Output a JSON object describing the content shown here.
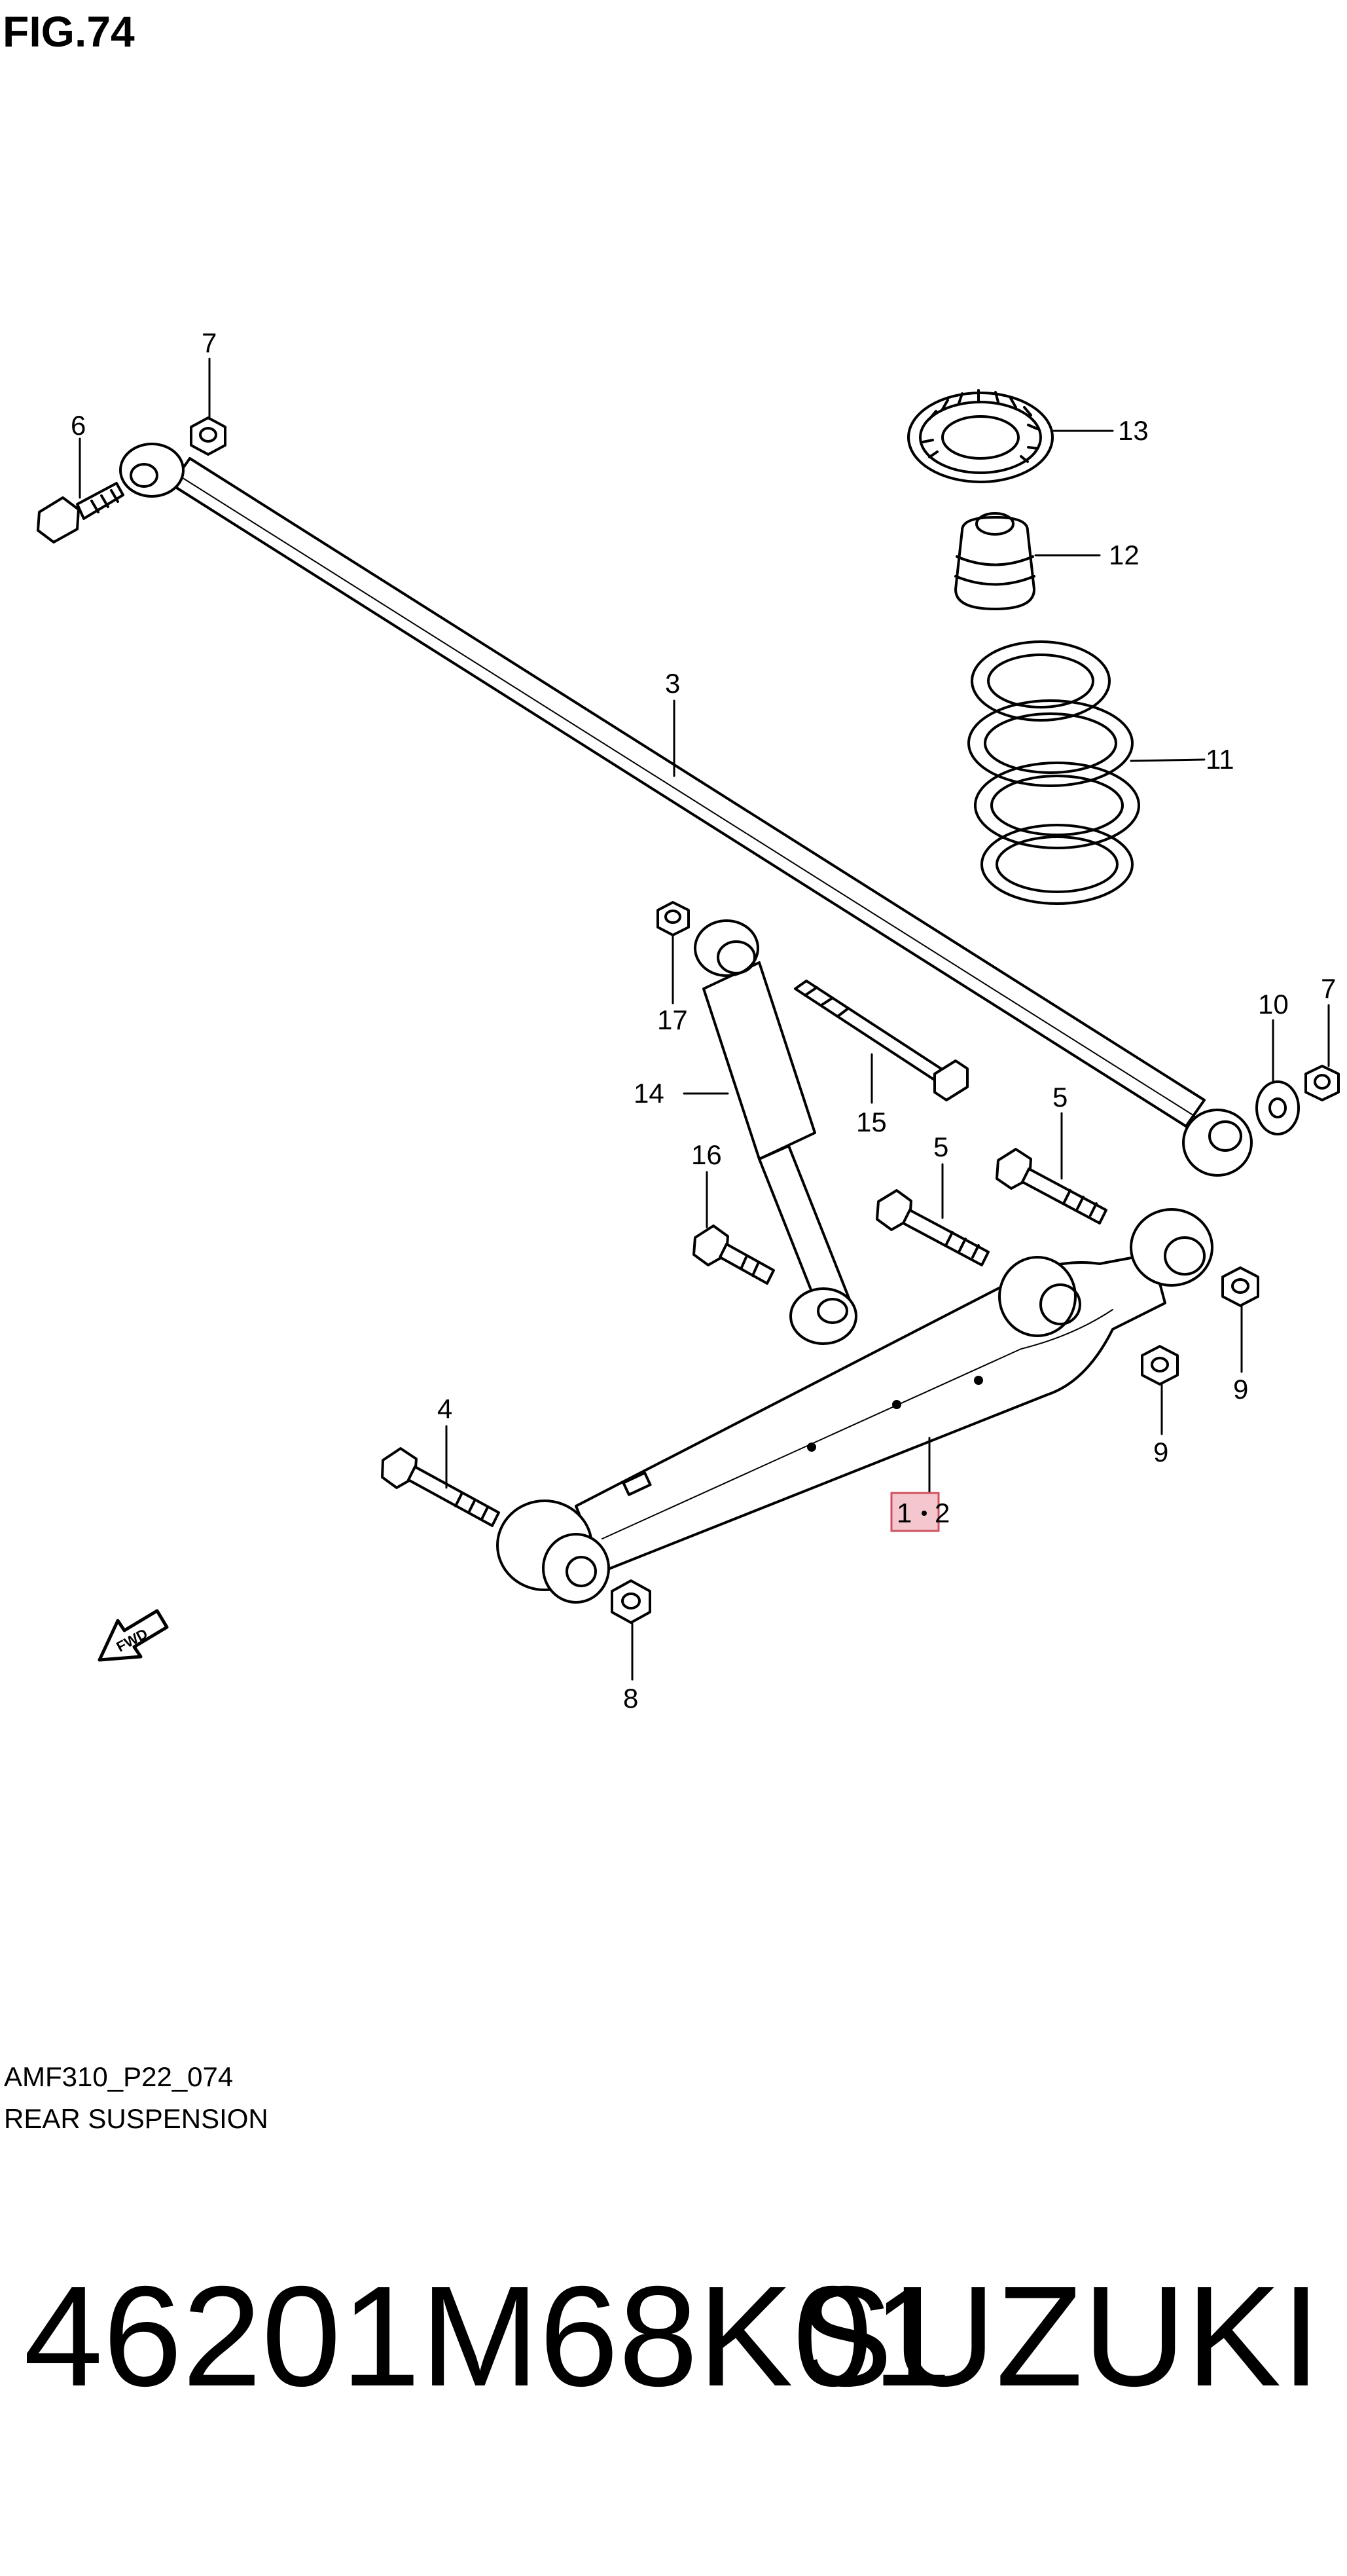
{
  "figure": {
    "title": "FIG.74"
  },
  "callouts": [
    {
      "id": "c7a",
      "text": "7"
    },
    {
      "id": "c6",
      "text": "6"
    },
    {
      "id": "c13",
      "text": "13"
    },
    {
      "id": "c12",
      "text": "12"
    },
    {
      "id": "c3",
      "text": "3"
    },
    {
      "id": "c11",
      "text": "11"
    },
    {
      "id": "c10",
      "text": "10"
    },
    {
      "id": "c7b",
      "text": "7"
    },
    {
      "id": "c17",
      "text": "17"
    },
    {
      "id": "c14",
      "text": "14"
    },
    {
      "id": "c15",
      "text": "15"
    },
    {
      "id": "c5a",
      "text": "5"
    },
    {
      "id": "c16",
      "text": "16"
    },
    {
      "id": "c5b",
      "text": "5"
    },
    {
      "id": "c9a",
      "text": "9"
    },
    {
      "id": "c9b",
      "text": "9"
    },
    {
      "id": "c4",
      "text": "4"
    },
    {
      "id": "c1",
      "text": "1"
    },
    {
      "id": "c2",
      "text": "2"
    },
    {
      "id": "c8",
      "text": "8"
    }
  ],
  "fwd_label": "FWD",
  "highlight_color": "#f4c7cf",
  "footer": {
    "drawing_code": "AMF310_P22_074",
    "drawing_name": "REAR SUSPENSION"
  },
  "part_number": "46201M68K01",
  "brand": "SUZUKI"
}
